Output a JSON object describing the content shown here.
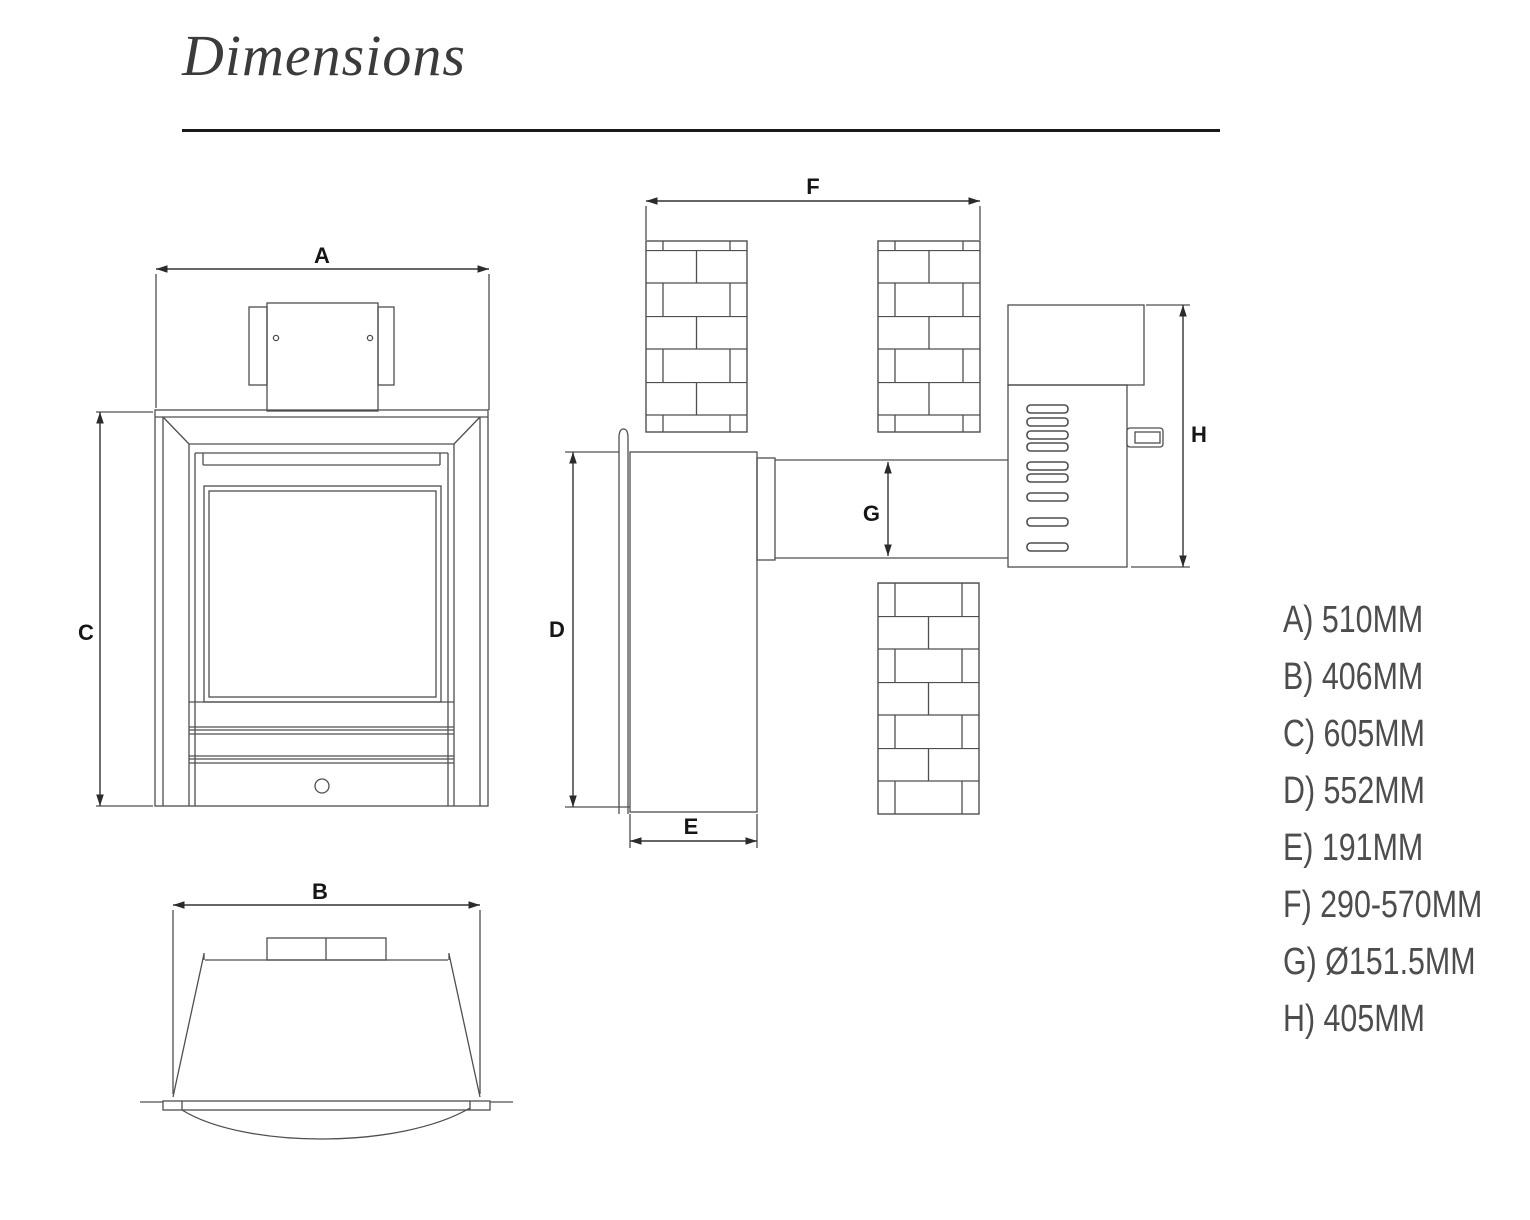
{
  "page": {
    "title": "Dimensions"
  },
  "drawing": {
    "labels": {
      "A": "A",
      "B": "B",
      "C": "C",
      "D": "D",
      "E": "E",
      "F": "F",
      "G": "G",
      "H": "H"
    }
  },
  "dimension_list": {
    "items": [
      {
        "letter": "A",
        "value": "510MM",
        "text": "A) 510MM"
      },
      {
        "letter": "B",
        "value": "406MM",
        "text": "B) 406MM"
      },
      {
        "letter": "C",
        "value": "605MM",
        "text": "C) 605MM"
      },
      {
        "letter": "D",
        "value": "552MM",
        "text": "D) 552MM"
      },
      {
        "letter": "E",
        "value": "191MM",
        "text": "E) 191MM"
      },
      {
        "letter": "F",
        "value": "290-570MM",
        "text": "F) 290-570MM"
      },
      {
        "letter": "G",
        "value": "Ø151.5MM",
        "text": "G) Ø151.5MM"
      },
      {
        "letter": "H",
        "value": "405MM",
        "text": "H) 405MM"
      }
    ]
  }
}
